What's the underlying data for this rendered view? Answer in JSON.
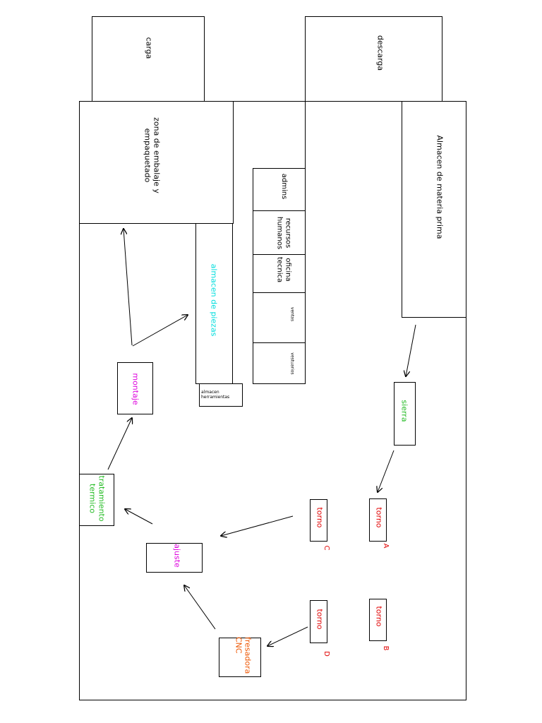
{
  "zones": {
    "carga": "carga",
    "descarga": "descarga",
    "embalaje": "zona de embalaje y empaquetado",
    "materia_prima": "Almacen de materia prima",
    "admins": "admins",
    "recursos_humanos": "recursos humanos",
    "oficina_tecnica": "oficina tecnica",
    "ventas": "ventas",
    "vestuarios": "vestuarios",
    "almacen_piezas": "almacen de piezas",
    "almacen_herramientas": "almacen herramientas"
  },
  "machines": {
    "sierra": "sierra",
    "torno_a": "torno",
    "torno_a_letter": "A",
    "torno_b": "torno",
    "torno_b_letter": "B",
    "torno_c": "torno",
    "torno_c_letter": "C",
    "torno_d": "torno",
    "torno_d_letter": "D",
    "fresadora": "fresadora CNC",
    "ajuste": "ajuste",
    "tratamiento": "tratamiento termico",
    "montaje": "montaje"
  },
  "colors": {
    "outline": "#000000",
    "torno": "#e00000",
    "sierra": "#22bb22",
    "montaje": "#dd00dd",
    "piezas": "#00dddd",
    "fresadora": "#ee5500"
  }
}
